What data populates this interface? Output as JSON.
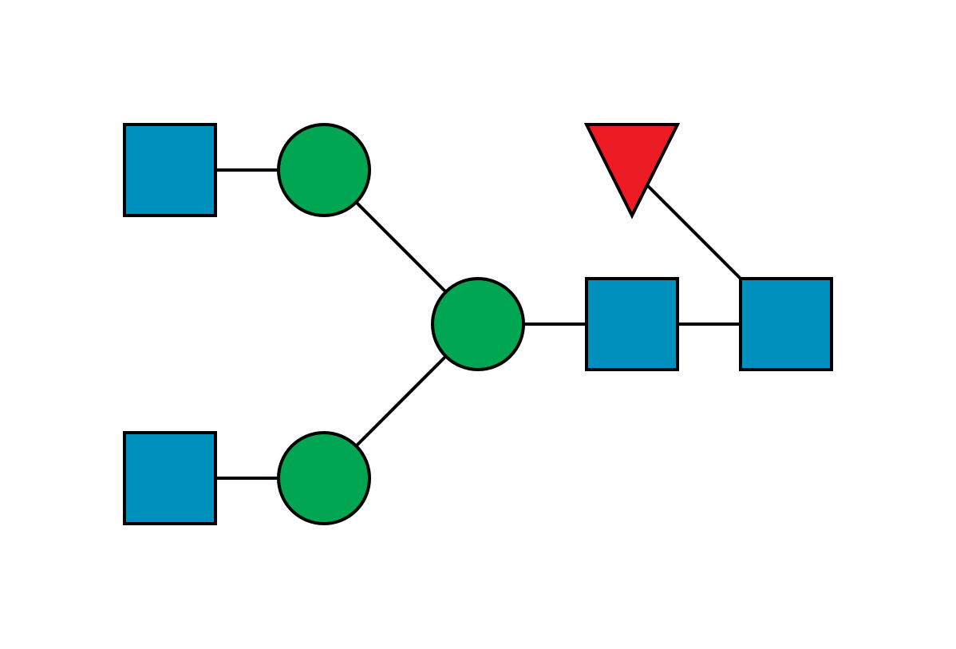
{
  "diagram": {
    "type": "glycan-snfg",
    "colors": {
      "background": "#ffffff",
      "stroke": "#000000",
      "blue_square": "#0090bc",
      "green_circle": "#00a651",
      "red_triangle": "#ed1c24"
    },
    "nodes": [
      {
        "id": "glcnac-top-left",
        "shape": "square",
        "color": "blue_square"
      },
      {
        "id": "man-top",
        "shape": "circle",
        "color": "green_circle"
      },
      {
        "id": "glcnac-bottom-left",
        "shape": "square",
        "color": "blue_square"
      },
      {
        "id": "man-bottom",
        "shape": "circle",
        "color": "green_circle"
      },
      {
        "id": "man-core",
        "shape": "circle",
        "color": "green_circle"
      },
      {
        "id": "glcnac-core-1",
        "shape": "square",
        "color": "blue_square"
      },
      {
        "id": "glcnac-core-2",
        "shape": "square",
        "color": "blue_square"
      },
      {
        "id": "fuc",
        "shape": "triangle",
        "color": "red_triangle"
      }
    ],
    "edges": [
      {
        "from": "glcnac-top-left",
        "to": "man-top"
      },
      {
        "from": "glcnac-bottom-left",
        "to": "man-bottom"
      },
      {
        "from": "man-top",
        "to": "man-core"
      },
      {
        "from": "man-bottom",
        "to": "man-core"
      },
      {
        "from": "man-core",
        "to": "glcnac-core-1"
      },
      {
        "from": "glcnac-core-1",
        "to": "glcnac-core-2"
      },
      {
        "from": "fuc",
        "to": "glcnac-core-2"
      }
    ]
  }
}
